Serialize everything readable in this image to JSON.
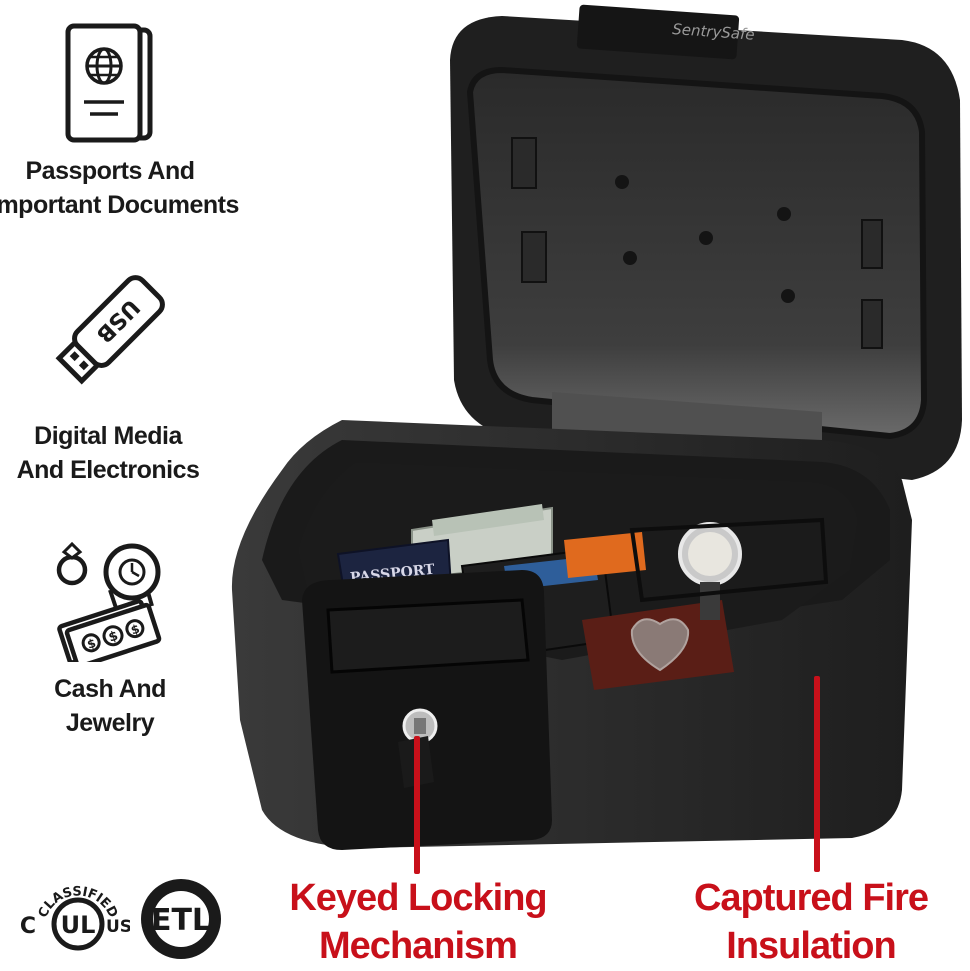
{
  "brand": {
    "logo_text": "SentrySafe"
  },
  "features": [
    {
      "icon": "passport-icon",
      "line1": "Passports And",
      "line2": "Important Documents"
    },
    {
      "icon": "usb-drive-icon",
      "line1": "Digital Media",
      "line2": "And Electronics"
    },
    {
      "icon": "cash-and-jewelry-icon",
      "line1": "Cash And",
      "line2": "Jewelry"
    }
  ],
  "callouts": [
    {
      "line1": "Keyed Locking",
      "line2": "Mechanism"
    },
    {
      "line1": "Captured Fire",
      "line2": "Insulation"
    }
  ],
  "product": {
    "passport_text": "PASSPORT"
  },
  "certifications": {
    "ul": {
      "top": "CLASSIFIED",
      "left": "C",
      "center": "UL",
      "right": "US"
    },
    "etl": {
      "center": "ETL"
    }
  },
  "colors": {
    "callout": "#c8101a",
    "safe_body": "#2b2b2b",
    "text": "#1a1a1a"
  }
}
